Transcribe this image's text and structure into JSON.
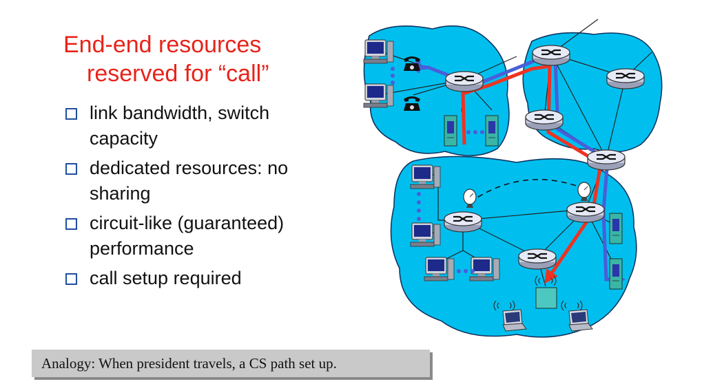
{
  "title": {
    "line1": "End-end resources",
    "line2": "reserved for “call”"
  },
  "bullets": [
    {
      "line1": "link bandwidth,  switch",
      "line2": "capacity"
    },
    {
      "line1": "dedicated resources: no",
      "line2": "sharing"
    },
    {
      "line1": "circuit-like (guaranteed)",
      "line2": "performance"
    },
    {
      "line1": "call setup required",
      "line2": ""
    }
  ],
  "analogy": "Analogy: When president travels, a CS path set up.",
  "diagram": {
    "icons": [
      "computer-icon",
      "telephone-icon",
      "router-icon",
      "server-icon",
      "satellite-dish-icon",
      "laptop-icon",
      "wireless-base-station-icon"
    ],
    "colors": {
      "network": "#00bfef",
      "outline": "#10355f",
      "path_red": "#ee3322",
      "path_blue": "#4a5ed8",
      "router_body": "#dfe3f2"
    }
  }
}
